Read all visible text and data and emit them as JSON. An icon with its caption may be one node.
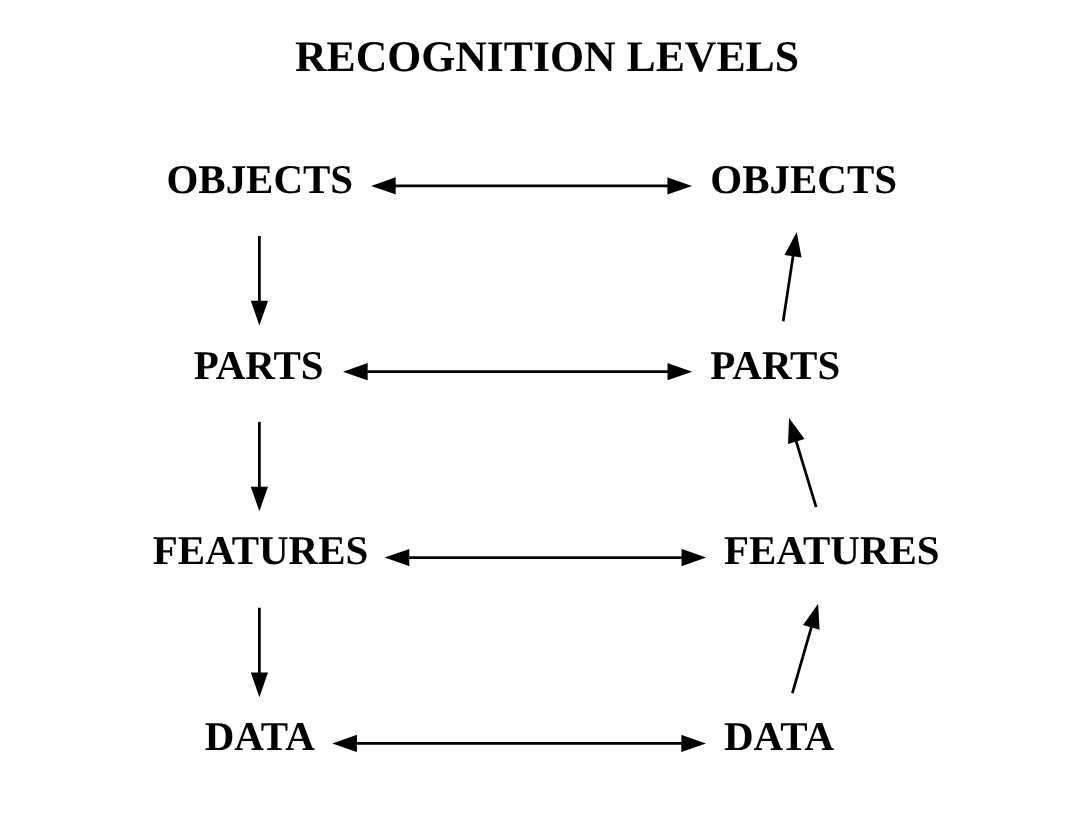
{
  "diagram": {
    "title": "RECOGNITION LEVELS",
    "nodes": [
      {
        "text": [
          "OBJECTS"
        ]
      },
      {
        "text": [
          "PARTS"
        ]
      },
      {
        "text": [
          "FEATURES"
        ]
      },
      {
        "text": [
          "DATA"
        ]
      },
      {
        "text": [
          "OBJECTS"
        ]
      },
      {
        "text": [
          "PARTS"
        ]
      },
      {
        "text": [
          "FEATURES"
        ]
      },
      {
        "text": [
          "DATA"
        ]
      }
    ],
    "edges": [
      {
        "from": 0,
        "to": 1,
        "arrow": "to"
      },
      {
        "from": 1,
        "to": 2,
        "arrow": "to"
      },
      {
        "from": 2,
        "to": 3,
        "arrow": "to"
      },
      {
        "from": 7,
        "to": 6,
        "arrow": "to"
      },
      {
        "from": 6,
        "to": 5,
        "arrow": "to"
      },
      {
        "from": 5,
        "to": 4,
        "arrow": "to"
      },
      {
        "from": 0,
        "to": 4,
        "arrow": "both"
      },
      {
        "from": 1,
        "to": 5,
        "arrow": "both"
      },
      {
        "from": 2,
        "to": 6,
        "arrow": "both"
      },
      {
        "from": 3,
        "to": 7,
        "arrow": "both"
      }
    ]
  }
}
